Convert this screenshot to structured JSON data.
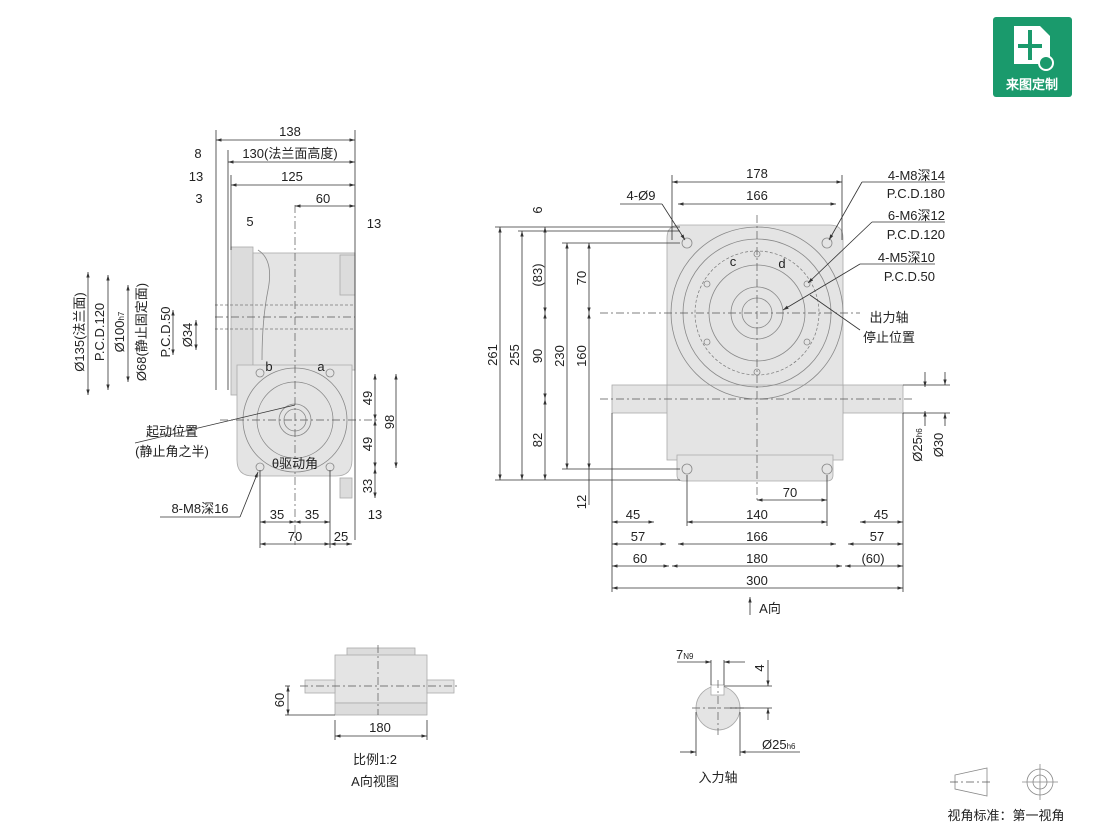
{
  "logo": {
    "label": "来图定制",
    "color": "#1a9a6c"
  },
  "side_view": {
    "dims_top": {
      "d138": "138",
      "d130": "130(法兰面高度)",
      "d8": "8",
      "d13a": "13",
      "d125": "125",
      "d3": "3",
      "d60": "60",
      "d5": "5",
      "d13b": "13"
    },
    "dims_left": {
      "d135": "Ø135(法兰面)",
      "pcd120": "P.C.D.120",
      "d100": "Ø100",
      "d100_tol": "h7",
      "d68": "Ø68(静止固定面)",
      "pcd50": "P.C.D.50",
      "d34": "Ø34"
    },
    "dims_right": {
      "d49a": "49",
      "d98": "98",
      "d49b": "49",
      "d33": "33"
    },
    "dims_bottom": {
      "d35a": "35",
      "d35b": "35",
      "d13": "13",
      "d70": "70",
      "d25": "25"
    },
    "labels": {
      "start1": "起动位置",
      "start2": "(静止角之半)",
      "holes": "8-M8深16",
      "b": "b",
      "a": "a",
      "drive_angle": "θ驱动角"
    }
  },
  "front_view": {
    "dims_top": {
      "d178": "178",
      "d166": "166",
      "holes9": "4-Ø9"
    },
    "callouts": {
      "m8": "4-M8深14",
      "pcd180": "P.C.D.180",
      "m6": "6-M6深12",
      "pcd120": "P.C.D.120",
      "m5": "4-M5深10",
      "pcd50": "P.C.D.50",
      "stop1": "出力轴",
      "stop2": "停止位置",
      "c": "c",
      "d": "d"
    },
    "dims_left": {
      "d261": "261",
      "d255": "255",
      "d6": "6",
      "d83": "(83)",
      "d90": "90",
      "d82": "82",
      "d70": "70",
      "d230": "230",
      "d160": "160",
      "d12": "12"
    },
    "dims_right": {
      "d25": "Ø25",
      "d25_tol": "h6",
      "d30": "Ø30"
    },
    "dims_bottom": {
      "d70": "70",
      "d45a": "45",
      "d140": "140",
      "d45b": "45",
      "d57a": "57",
      "d166": "166",
      "d57b": "57",
      "d60": "60",
      "d180": "180",
      "d60b": "(60)",
      "d300": "300"
    },
    "arrow_label": "A向"
  },
  "a_view": {
    "d60": "60",
    "d180": "180",
    "scale": "比例1:2",
    "title": "A向视图"
  },
  "input_shaft": {
    "key_w": "7",
    "key_tol": "N9",
    "key_h": "4",
    "dia": "Ø25",
    "dia_tol": "h6",
    "title": "入力轴"
  },
  "projection": {
    "label": "视角标准：第一视角"
  }
}
